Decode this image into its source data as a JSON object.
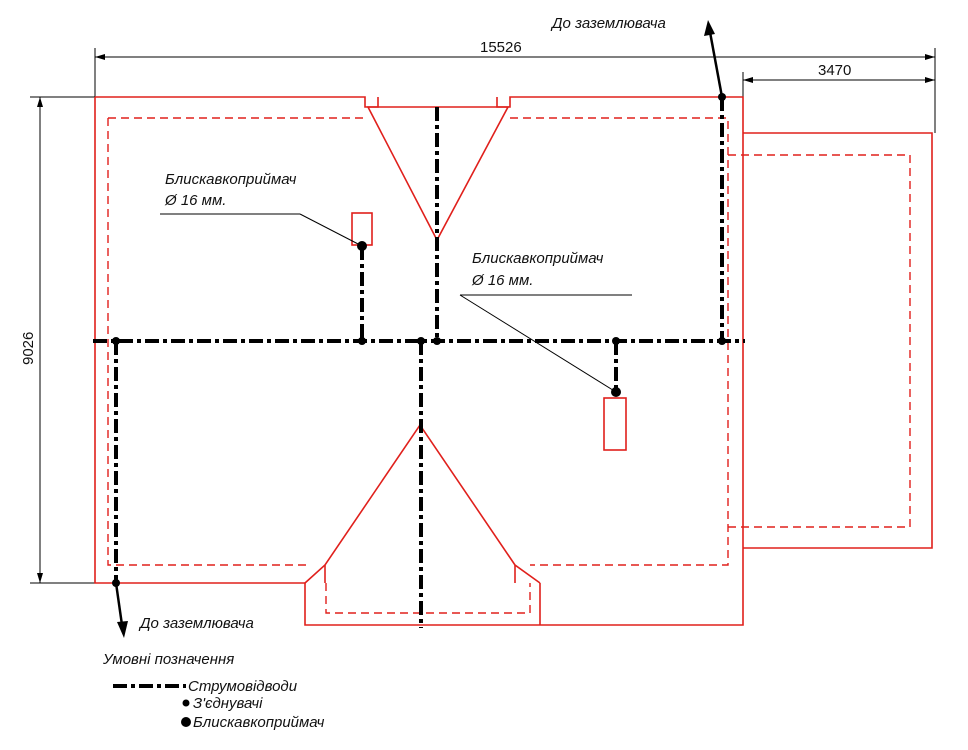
{
  "dimensions": {
    "total_length": "15526",
    "annex_width": "3470",
    "depth": "9026"
  },
  "labels": {
    "ground_top": "До заземлювача",
    "ground_bottom": "До заземлювача",
    "rod_left_title": "Блискавкоприймач",
    "rod_left_size": "Ø 16 мм.",
    "rod_right_title": "Блискавкоприймач",
    "rod_right_size": "Ø 16 мм."
  },
  "legend": {
    "title": "Умовні позначення",
    "items": [
      {
        "symbol": "dash-dot-line",
        "label": "Струмовідводи"
      },
      {
        "symbol": "dot",
        "label": "З'єднувачі"
      },
      {
        "symbol": "dot",
        "label": "Блискавкоприймач"
      }
    ]
  },
  "colors": {
    "roof_outline": "#e0201c",
    "conductor": "#000000"
  }
}
